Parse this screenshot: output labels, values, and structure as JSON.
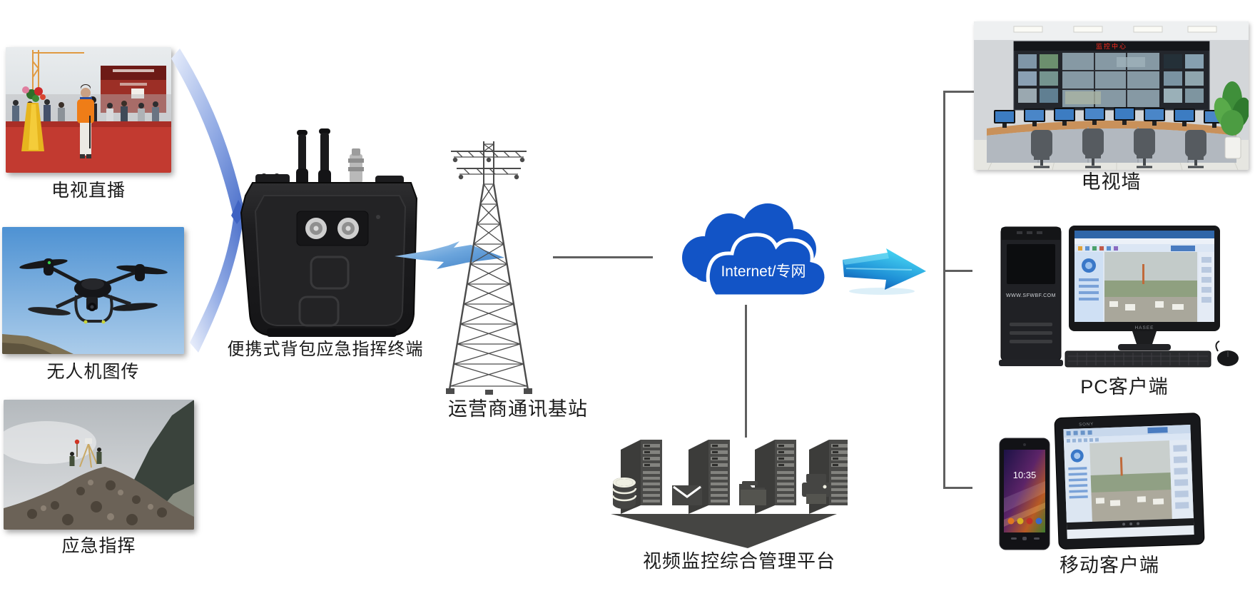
{
  "canvas": {
    "bg": "#ffffff"
  },
  "sources": [
    {
      "label": "电视直播"
    },
    {
      "label": "无人机图传"
    },
    {
      "label": "应急指挥"
    }
  ],
  "device": {
    "label": "便携式背包应急指挥终端"
  },
  "tower": {
    "label": "运营商通讯基站"
  },
  "cloud": {
    "label": "Internet/专网",
    "color": "#1254c6"
  },
  "platform": {
    "label": "视频监控综合管理平台"
  },
  "endpoints": [
    {
      "label": "电视墙"
    },
    {
      "label": "PC客户端"
    },
    {
      "label": "移动客户端"
    }
  ],
  "screens": {
    "tvwall_banner": "监控中心",
    "pc_case_text": "WWW.SFWBF.COM",
    "monitor_brand": "HASEE",
    "phone_time": "10:35",
    "tablet_brand": "SONY"
  },
  "colors": {
    "label_text": "#1b1b1b",
    "cloud_blue": "#1254c6",
    "connector_gray": "#5f5f5f",
    "server_gray": "#474745",
    "arrow_cyan": "#2bbde9",
    "funnel_blue": "#5577cd",
    "lightning_blue": "#5e9ad8"
  }
}
